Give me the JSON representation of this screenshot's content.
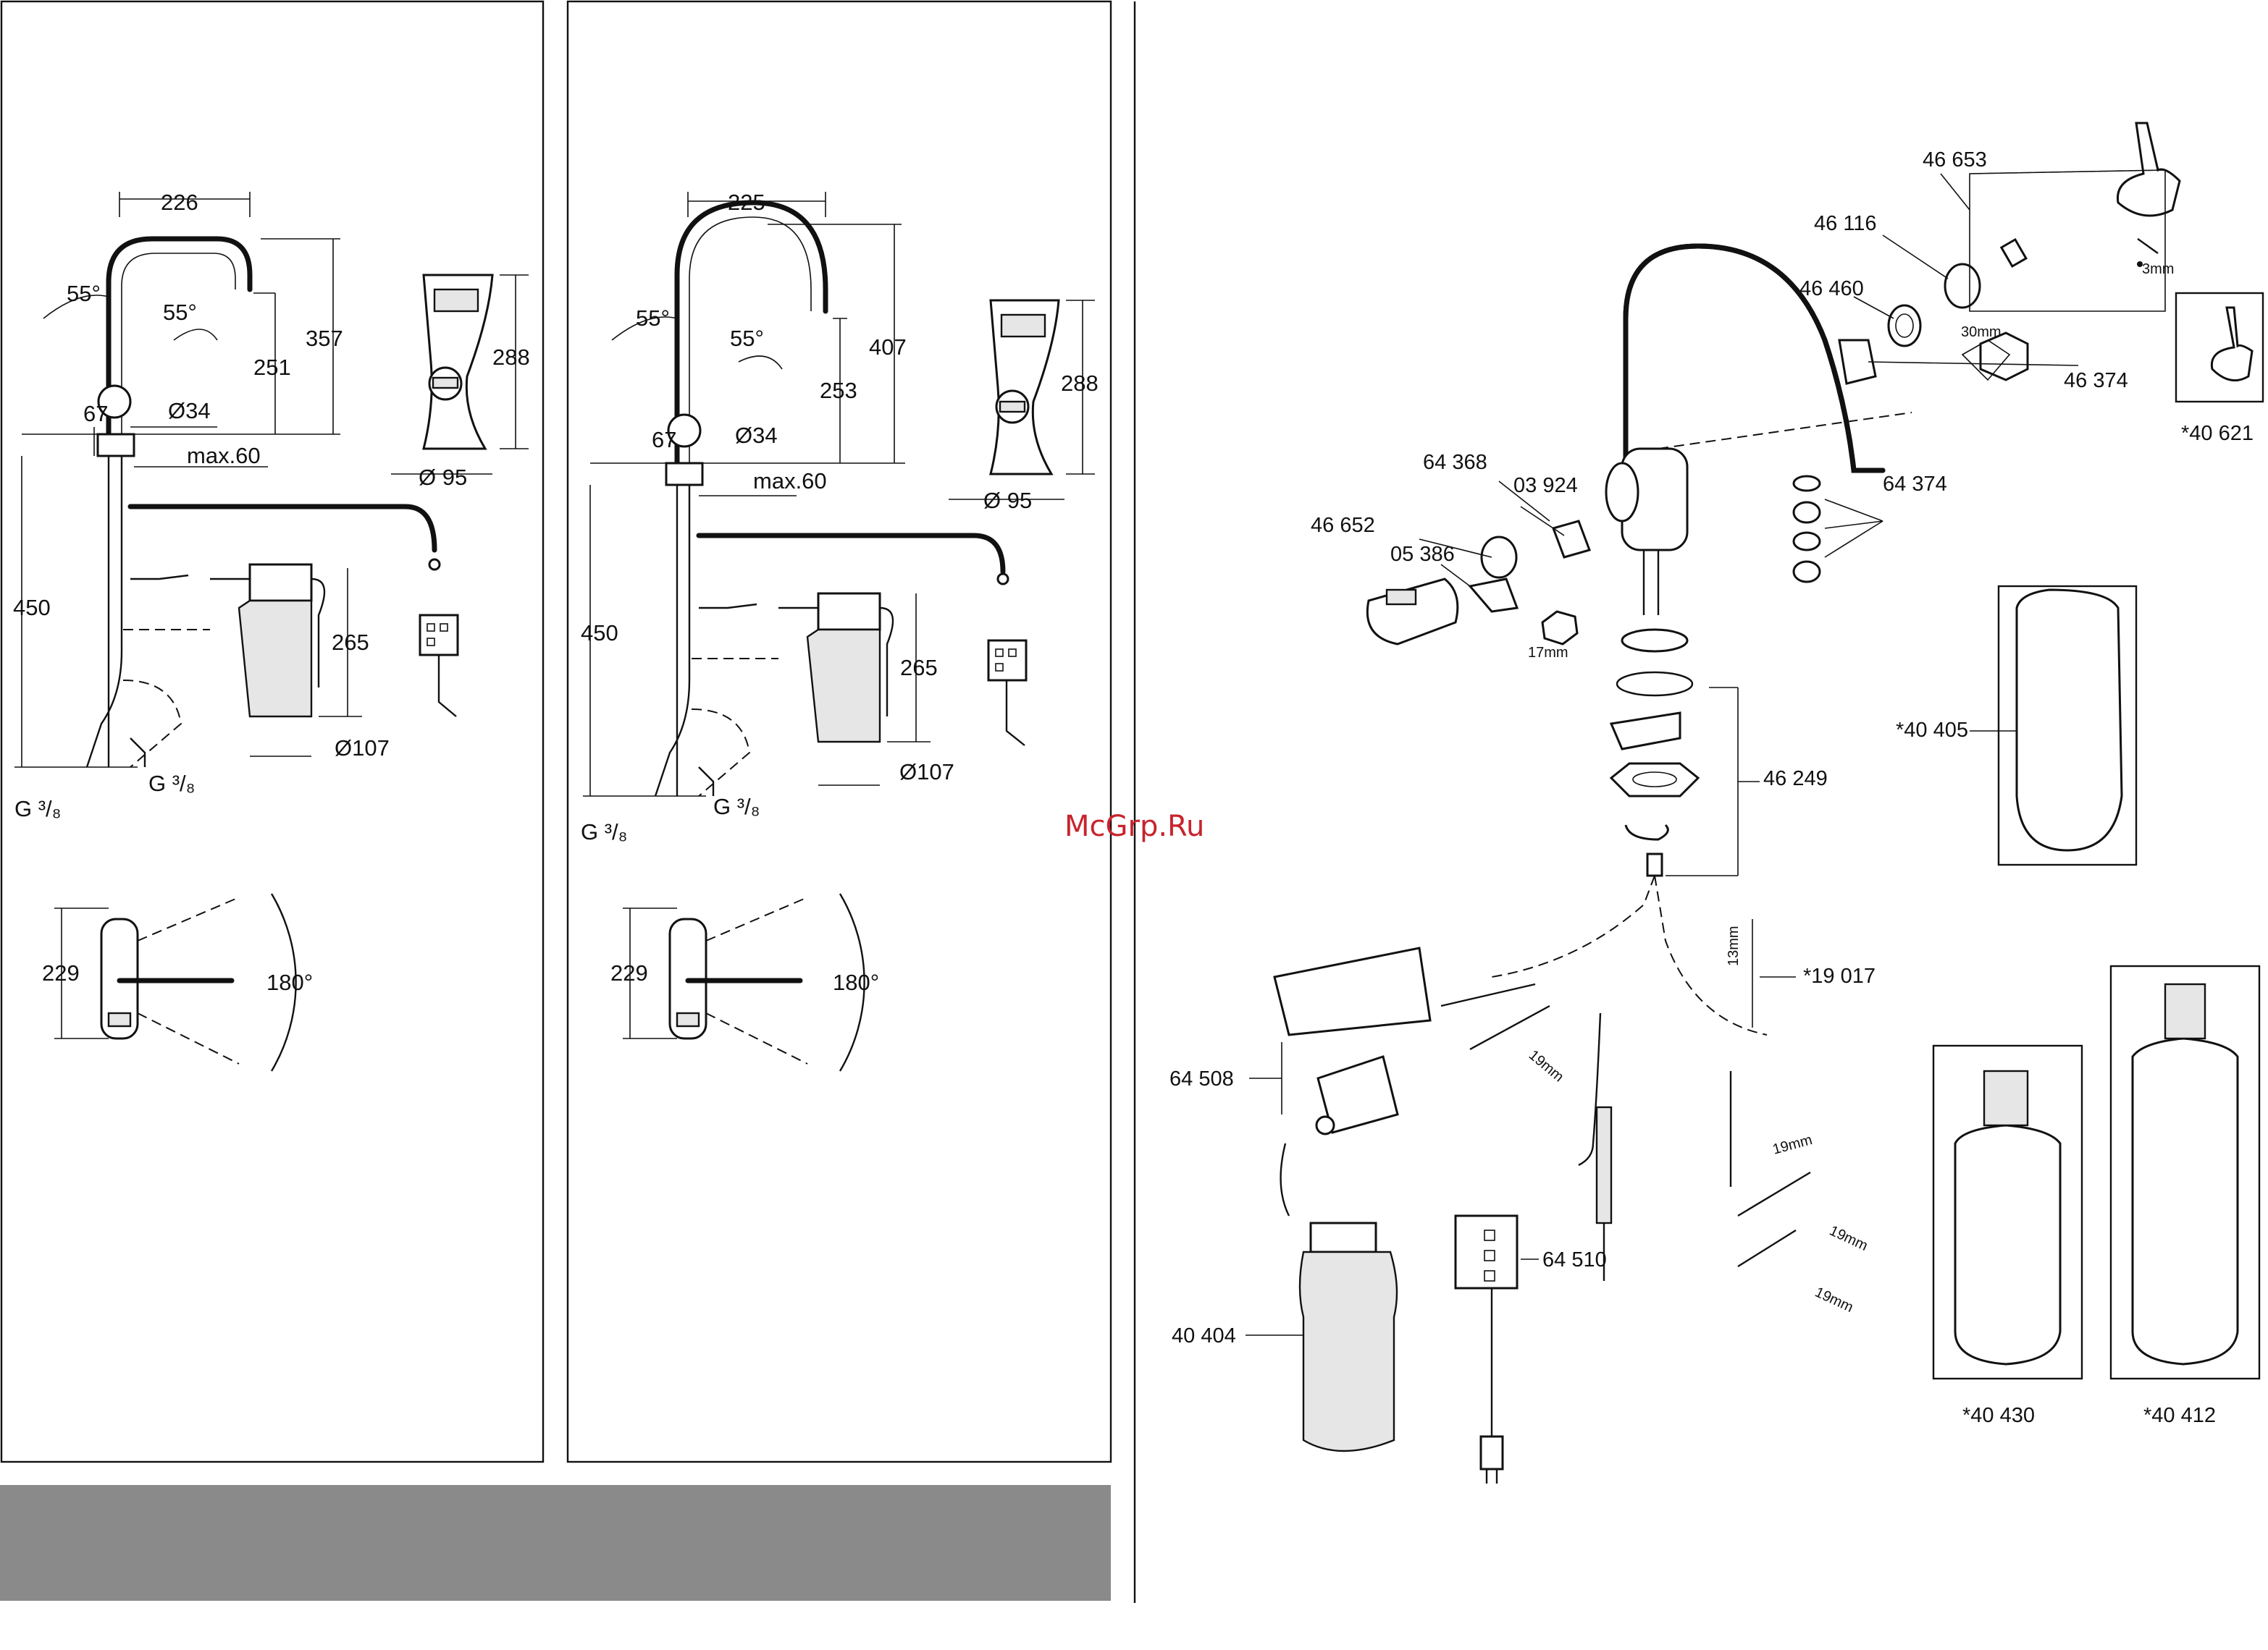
{
  "panel_left": {
    "dims": {
      "width_top": "226",
      "angle_a": "55°",
      "angle_b": "55°",
      "height_spout": "251",
      "height_total": "357",
      "offset": "67",
      "dia": "Ø34",
      "max": "max.60",
      "height_hose": "450",
      "g_left": "G ³/₈",
      "g_right": "G ³/₈",
      "filter_h": "265",
      "filter_d": "Ø107",
      "handle_h": "288",
      "handle_d": "Ø 95",
      "top_view_h": "229",
      "rotation": "180°"
    }
  },
  "panel_right": {
    "dims": {
      "width_top": "225",
      "angle_a": "55°",
      "angle_b": "55°",
      "height_spout": "253",
      "height_total": "407",
      "offset": "67",
      "dia": "Ø34",
      "max": "max.60",
      "height_hose": "450",
      "g_left": "G ³/₈",
      "g_right": "G ³/₈",
      "filter_h": "265",
      "filter_d": "Ø107",
      "handle_h": "288",
      "handle_d": "Ø 95",
      "top_view_h": "229",
      "rotation": "180°"
    }
  },
  "exploded": {
    "parts": {
      "p46653": "46 653",
      "p46116": "46 116",
      "p46460": "46 460",
      "p46374": "46 374",
      "p40621": "*40 621",
      "p64368": "64 368",
      "p03924": "03 924",
      "p46652": "46 652",
      "p05386": "05 386",
      "p64374": "64 374",
      "p40405": "*40 405",
      "p46249": "46 249",
      "p19017": "*19 017",
      "p64508": "64 508",
      "p64510": "64 510",
      "p40404": "40 404",
      "p40430": "*40 430",
      "p40412": "*40 412"
    },
    "tools": {
      "t3mm": "3mm",
      "t30mm": "30mm",
      "t17mm": "17mm",
      "t13mm": "13mm",
      "t19mm_a": "19mm",
      "t19mm_b": "19mm",
      "t19mm_c": "19mm",
      "t19mm_d": "19mm"
    }
  },
  "watermark": "McGrp.Ru"
}
